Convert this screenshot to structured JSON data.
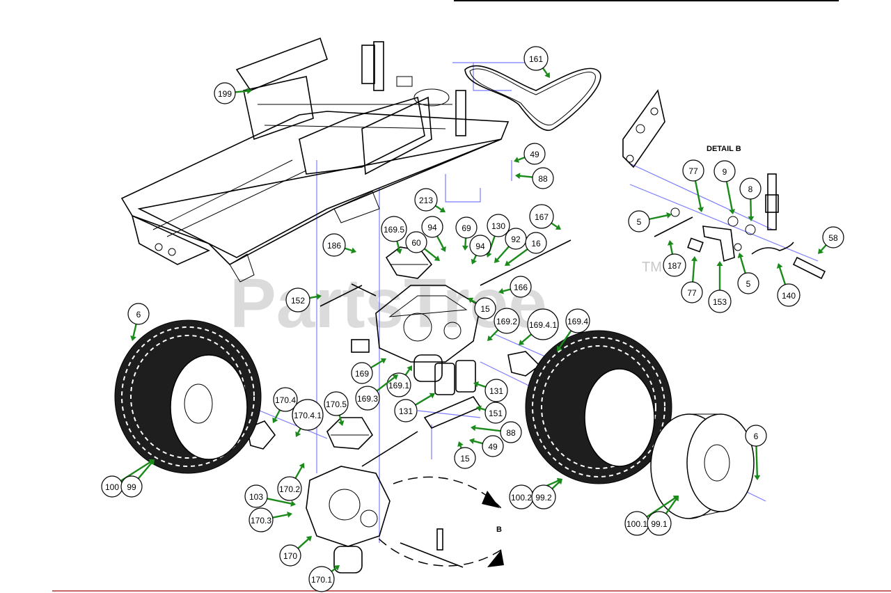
{
  "watermark": {
    "text": "PartsTree",
    "tm": "TM"
  },
  "detail_title": "DETAIL B",
  "detail_marker": "B",
  "callouts": [
    {
      "label": "161"
    },
    {
      "label": "199"
    },
    {
      "label": "49"
    },
    {
      "label": "88"
    },
    {
      "label": "213"
    },
    {
      "label": "167"
    },
    {
      "label": "94"
    },
    {
      "label": "69"
    },
    {
      "label": "130"
    },
    {
      "label": "169.5"
    },
    {
      "label": "60"
    },
    {
      "label": "94"
    },
    {
      "label": "92"
    },
    {
      "label": "16"
    },
    {
      "label": "186"
    },
    {
      "label": "166"
    },
    {
      "label": "152"
    },
    {
      "label": "15"
    },
    {
      "label": "6"
    },
    {
      "label": "169.2"
    },
    {
      "label": "169.4.1"
    },
    {
      "label": "169.4"
    },
    {
      "label": "169"
    },
    {
      "label": "169.1"
    },
    {
      "label": "169.3"
    },
    {
      "label": "131"
    },
    {
      "label": "131"
    },
    {
      "label": "151"
    },
    {
      "label": "170.4"
    },
    {
      "label": "170.5"
    },
    {
      "label": "170.4.1"
    },
    {
      "label": "88"
    },
    {
      "label": "49"
    },
    {
      "label": "15"
    },
    {
      "label": "6"
    },
    {
      "label": "100"
    },
    {
      "label": "99"
    },
    {
      "label": "170.2"
    },
    {
      "label": "103"
    },
    {
      "label": "170.3"
    },
    {
      "label": "100.2"
    },
    {
      "label": "99.2"
    },
    {
      "label": "100.1"
    },
    {
      "label": "99.1"
    },
    {
      "label": "170"
    },
    {
      "label": "170.1"
    },
    {
      "label": "77"
    },
    {
      "label": "9"
    },
    {
      "label": "8"
    },
    {
      "label": "5"
    },
    {
      "label": "58"
    },
    {
      "label": "187"
    },
    {
      "label": "77"
    },
    {
      "label": "153"
    },
    {
      "label": "5"
    },
    {
      "label": "140"
    }
  ]
}
